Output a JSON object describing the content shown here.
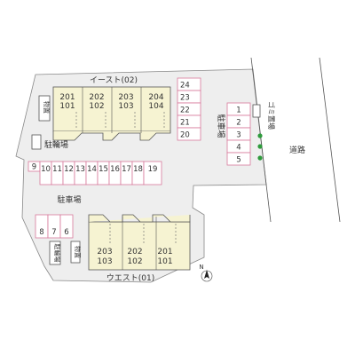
{
  "buildings": {
    "east": {
      "name": "イースト(02)",
      "units": [
        {
          "upper": "201",
          "lower": "101"
        },
        {
          "upper": "202",
          "lower": "102"
        },
        {
          "upper": "203",
          "lower": "103"
        },
        {
          "upper": "204",
          "lower": "104"
        }
      ]
    },
    "west": {
      "name": "ウエスト(01)",
      "units": [
        {
          "upper": "203",
          "lower": "103"
        },
        {
          "upper": "202",
          "lower": "102"
        },
        {
          "upper": "201",
          "lower": "101"
        }
      ]
    }
  },
  "parking": {
    "east_column": [
      "24",
      "23",
      "22",
      "21",
      "20"
    ],
    "right_column": [
      "1",
      "2",
      "3",
      "4",
      "5"
    ],
    "middle_row": [
      "9",
      "10",
      "11",
      "12",
      "13",
      "14",
      "15",
      "16",
      "17",
      "18",
      "19"
    ],
    "lower_left": [
      "8",
      "7",
      "6"
    ]
  },
  "labels": {
    "parking_right": "駐車場",
    "parking_center": "駐車場",
    "bicycle_upper": "駐輪場",
    "bicycle_lower": "駐輪場",
    "garbage": "ゴミ置場",
    "storage_upper": "物置",
    "storage_lower": "物置",
    "road": "道路",
    "north": "N"
  },
  "colors": {
    "building_fill": "#f6f3d2",
    "parking_border": "#d8799b",
    "lot_fill": "#eeeeee",
    "tree": "#2e9b3c"
  }
}
